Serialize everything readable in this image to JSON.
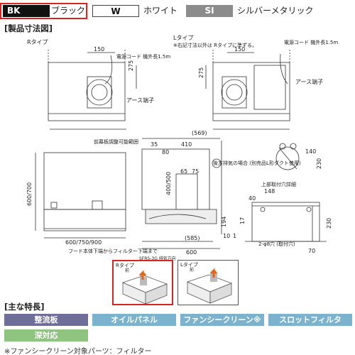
{
  "swatches": [
    {
      "code": "BK",
      "name": "ブラック"
    },
    {
      "code": "W",
      "name": "ホワイト"
    },
    {
      "code": "SI",
      "name": "シルバーメタリック"
    }
  ],
  "drawing_title": "[製品寸法図]",
  "r_type": {
    "label": "Rタイプ",
    "dim_top": "150",
    "dim_side": "275",
    "note_cord": "電源コード\n機外長1.5m",
    "note_ground": "アース端子"
  },
  "l_type": {
    "label": "Lタイプ",
    "note": "※右記寸法以外は\nRタイプに準ずる。",
    "dim_top": "150",
    "dim_side": "275",
    "note_cord": "電源コード\n機外長1.5m",
    "note_ground": "アース端子"
  },
  "front": {
    "dim_height": "600/700",
    "dim_width": "600/750/900",
    "note_filter": "フード本体下端からフィルター下端まで"
  },
  "side": {
    "dim_569": "(569)",
    "dim_35": "35",
    "dim_410": "410",
    "dim_80": "80",
    "dim_65": "65",
    "dim_75": "75",
    "dim_400_500": "400/500",
    "dim_194": "194",
    "dim_10": "10",
    "dim_1": "1",
    "dim_585": "(585)",
    "dim_600": "600",
    "note_front_adjust": "前幕板調整可能範囲",
    "note_rear": "後方排気の場合\n(別売品L形ダクト使用)",
    "label_duct": "SFRS-3G 排気方向"
  },
  "top_plate": {
    "dim_140": "140",
    "dim_230": "230",
    "dim_40": "40",
    "dim_148": "148",
    "dim_17": "17",
    "dim_230b": "230",
    "dim_70": "70",
    "note_plate": "上部取付穴詳細",
    "note_holes": "2-φ8穴\n(取付穴)"
  },
  "callouts": [
    {
      "label": "Rタイプ"
    },
    {
      "label": "Lタイプ"
    }
  ],
  "callout_front": "前",
  "features_title": "[主な特長]",
  "features": [
    {
      "label": "整流板"
    },
    {
      "label": "オイルパネル"
    },
    {
      "label": "ファンシークリーン※"
    },
    {
      "label": "スロットフィルタ"
    },
    {
      "label": "深対応"
    }
  ],
  "footnote": "※ファンシークリーン対象パーツ：フィルター"
}
